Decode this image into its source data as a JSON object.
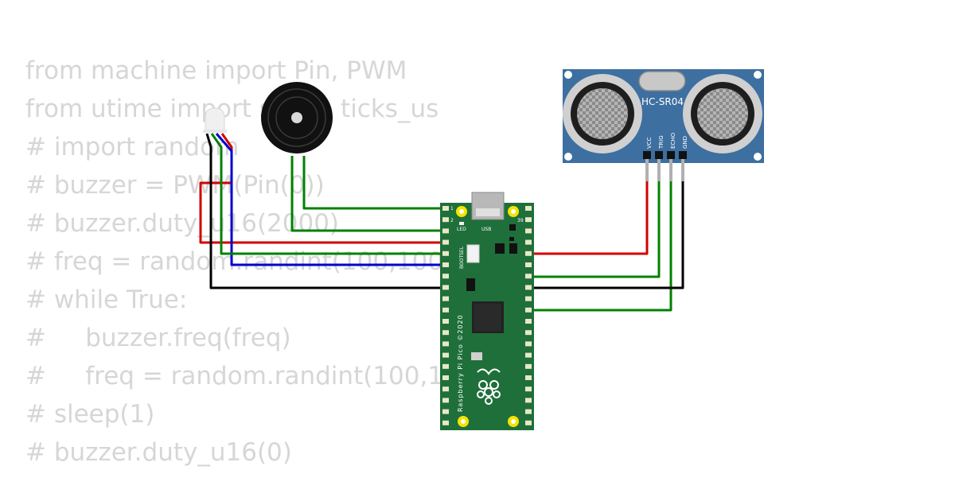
{
  "code": {
    "lines": [
      "from machine import Pin, PWM",
      "from utime import sleep, ticks_us",
      "# import random",
      "# buzzer = PWM(Pin(0))",
      "# buzzer.duty_u16(2000)",
      "# freq = random.randint(100,1000)",
      "# while True:",
      "#     buzzer.freq(freq)",
      "#     freq = random.randint(100,1000)",
      "# sleep(1)",
      "# buzzer.duty_u16(0)"
    ]
  },
  "board": {
    "name": "Raspberry Pi Pico ©2020",
    "usb_label": "USB",
    "led_label": "LED",
    "bootsel_label": "BOOTSEL",
    "pin1_label": "1",
    "pin2_label": "2",
    "pin39_label": "39"
  },
  "sensor": {
    "name": "HC-SR04",
    "pins": [
      "VCC",
      "TRIG",
      "ECHO",
      "GND"
    ]
  },
  "colors": {
    "wire_red": "#d10000",
    "wire_green": "#008000",
    "wire_blue": "#0000d0",
    "wire_black": "#000000",
    "board_green": "#1f6f3a",
    "sensor_blue": "#3d6fa0"
  }
}
